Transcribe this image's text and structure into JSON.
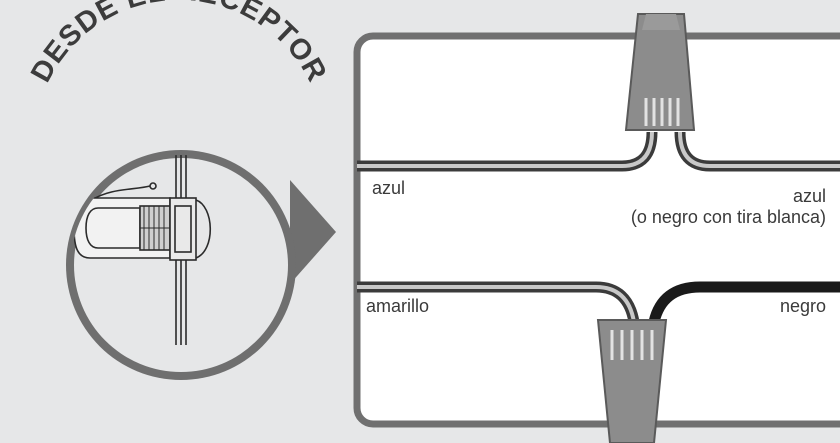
{
  "receiver_label": "DESDE EL RECEPTOR",
  "wire_labels": {
    "top_left": "azul",
    "top_right": "azul",
    "top_right_note": "(o negro con tira blanca)",
    "bottom_left": "amarillo",
    "bottom_right": "negro"
  },
  "colors": {
    "background": "#e6e7e8",
    "panel_border": "#707070",
    "panel_fill": "#ffffff",
    "wire_dark": "#3b3b3b",
    "wire_black": "#1a1a1a",
    "wire_light": "#cfcfcf",
    "connector": "#8c8c8c"
  },
  "icons": [
    "wire-nut-icon",
    "receiver-device-icon",
    "pointer-triangle-icon"
  ]
}
